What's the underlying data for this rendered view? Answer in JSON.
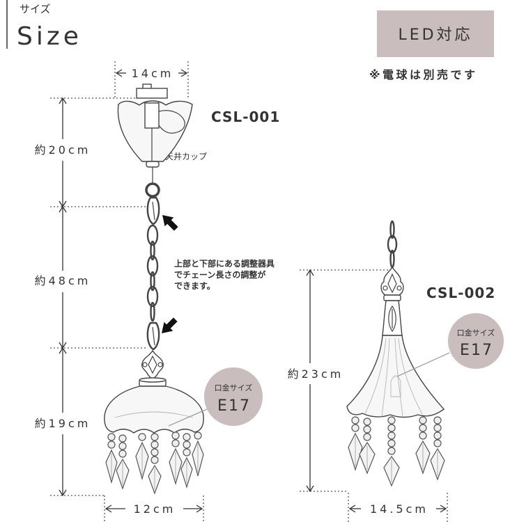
{
  "header": {
    "section_label": "サイズ",
    "title": "Size"
  },
  "led_badge": "LED対応",
  "bulb_note": "※電球は別売です",
  "colors": {
    "badge": "#c9bdbd",
    "text": "#333333",
    "line": "#444444"
  },
  "csl001": {
    "name": "CSL-001",
    "top_width": "14cm",
    "heights": {
      "upper": "約20cm",
      "middle": "約48cm",
      "lower": "約19cm"
    },
    "bottom_width": "12cm",
    "ceiling_cup_label": "天井カップ",
    "adjust_note": [
      "上部と下部にある調整器具",
      "でチェーン長さの調整が",
      "できます。"
    ],
    "socket": {
      "label": "口金サイズ",
      "value": "E17"
    }
  },
  "csl002": {
    "name": "CSL-002",
    "height": "約23cm",
    "width": "14.5cm",
    "socket": {
      "label": "口金サイズ",
      "value": "E17"
    }
  }
}
